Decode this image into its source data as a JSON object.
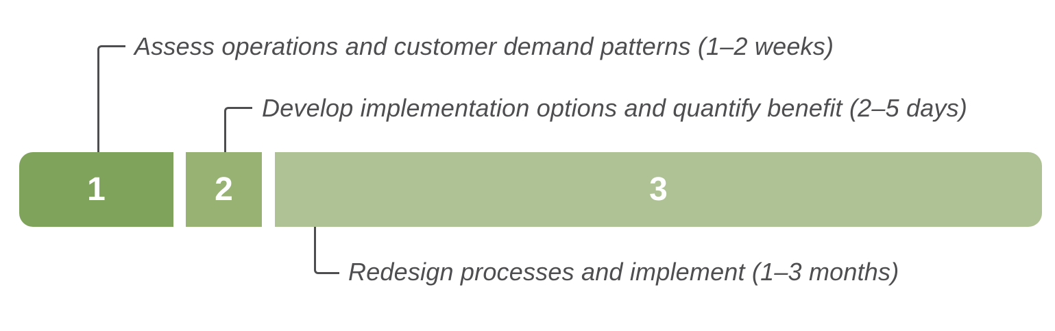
{
  "colors": {
    "background": "#ffffff",
    "connector_line": "#4d4d4f",
    "annotation_text": "#4e4e50",
    "number_text": "#ffffff",
    "phase1_fill": "#80a35c",
    "phase2_fill": "#97b273",
    "phase3_fill": "#aec295"
  },
  "phases": [
    {
      "number": "1",
      "label": "Assess operations and customer demand patterns (1–2 weeks)",
      "color": "#80a35c"
    },
    {
      "number": "2",
      "label": "Develop implementation options and quantify benefit (2–5 days)",
      "color": "#97b273"
    },
    {
      "number": "3",
      "label": "Redesign processes and implement (1–3 months)",
      "color": "#aec295"
    }
  ]
}
